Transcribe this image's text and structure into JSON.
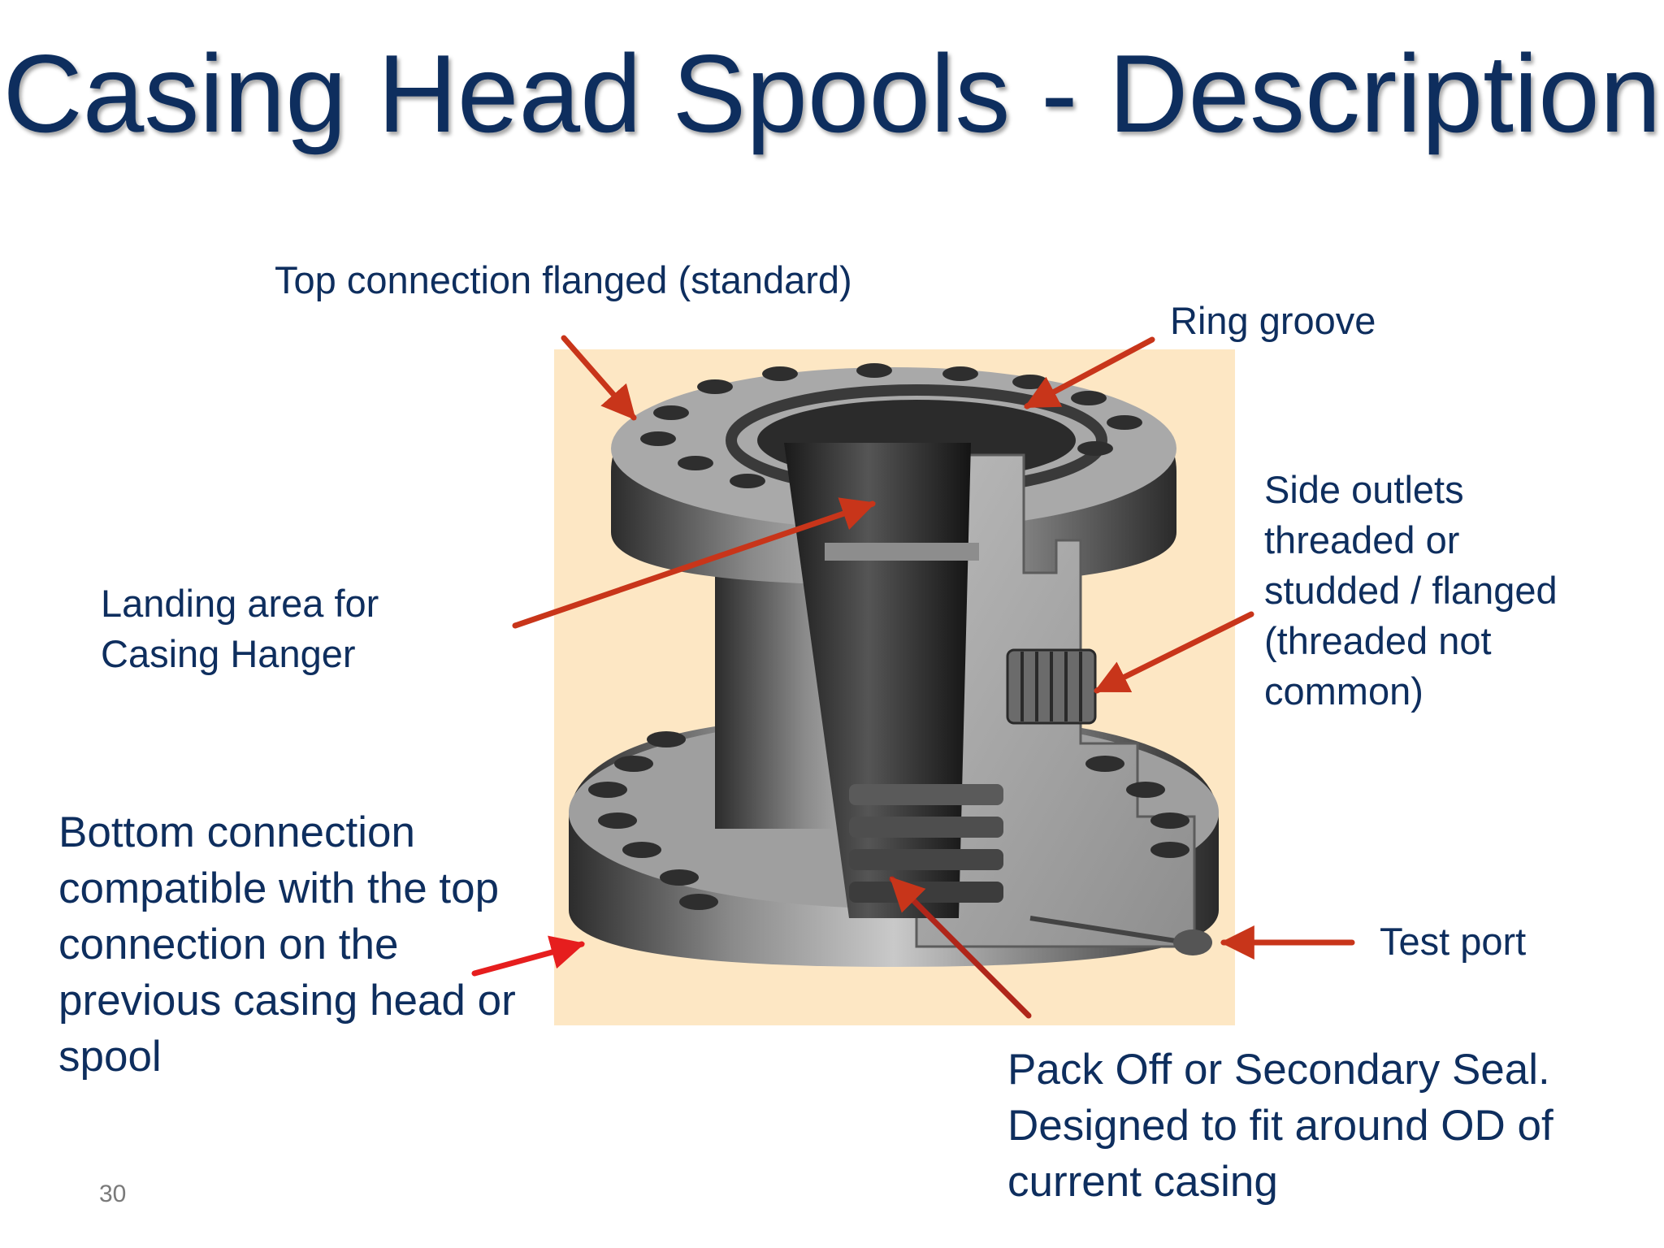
{
  "title": "Casing Head Spools - Description",
  "slide_number": "30",
  "colors": {
    "title": "#0e2e5e",
    "label_text": "#0e2e5e",
    "arrow": "#c8351a",
    "arrow_bright": "#e61e1e",
    "photo_background": "#fde7c4"
  },
  "labels": {
    "top_connection": "Top connection flanged (standard)",
    "ring_groove": "Ring groove",
    "side_outlets": [
      "Side outlets",
      "threaded or",
      "studded / flanged",
      "(threaded not",
      "common)"
    ],
    "landing_area": [
      "Landing area for",
      "Casing Hanger"
    ],
    "bottom_connection": [
      "Bottom connection",
      "compatible with the top",
      "connection on the",
      "previous casing head or",
      "spool"
    ],
    "test_port": "Test port",
    "pack_off": [
      "Pack Off or Secondary Seal.",
      "Designed to fit around  OD of",
      "current casing"
    ]
  }
}
